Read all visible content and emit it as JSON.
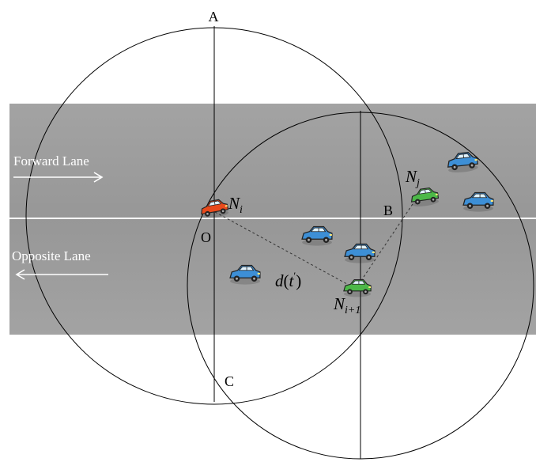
{
  "labels": {
    "forward_lane": "Forward Lane",
    "opposite_lane": "Opposite Lane",
    "point_a": "A",
    "point_b": "B",
    "point_c": "C",
    "point_o": "O"
  },
  "nodes": {
    "n_i": {
      "base": "N",
      "sub": "i"
    },
    "n_j": {
      "base": "N",
      "sub": "j"
    },
    "n_i1": {
      "base": "N",
      "sub": "i+1"
    }
  },
  "distance_label": {
    "func": "d",
    "arg": "t",
    "prime": "′"
  },
  "colors": {
    "road": "#999999",
    "lane_divider": "#ffffff",
    "car_source": "#e84a1c",
    "car_relay": "#4cb848",
    "car_other": "#3d8fd6"
  },
  "icons": {
    "forward_arrow": "arrow-right-icon",
    "opposite_arrow": "arrow-left-icon",
    "car": "car-icon"
  }
}
